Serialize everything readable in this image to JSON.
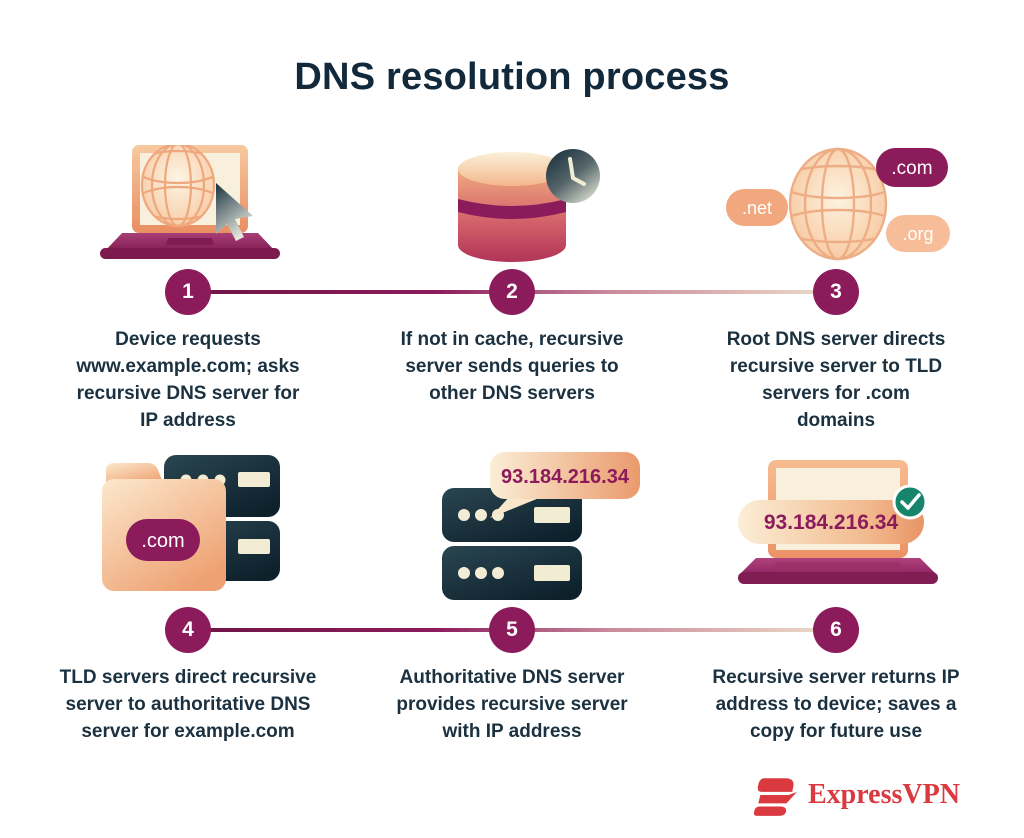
{
  "title": "DNS resolution process",
  "steps": [
    {
      "number": "1",
      "icon": "laptop-globe-cursor",
      "text": "Device requests\nwww.example.com; asks\nrecursive DNS server for\nIP address"
    },
    {
      "number": "2",
      "icon": "cache-database-clock",
      "text": "If not in cache, recursive\nserver sends queries to\nother DNS servers"
    },
    {
      "number": "3",
      "icon": "globe-tld-badges",
      "badges": {
        "com": ".com",
        "net": ".net",
        "org": ".org"
      },
      "text": "Root DNS server directs\nrecursive server to TLD\nservers for .com\ndomains"
    },
    {
      "number": "4",
      "icon": "tld-folder-server",
      "badge": ".com",
      "text": "TLD servers direct recursive\nserver to authoritative DNS\nserver for example.com"
    },
    {
      "number": "5",
      "icon": "authoritative-server-ip",
      "ip": "93.184.216.34",
      "text": "Authoritative DNS server\nprovides recursive server\nwith IP address"
    },
    {
      "number": "6",
      "icon": "device-ip-confirmed",
      "ip": "93.184.216.34",
      "text": "Recursive server returns IP\naddress to device; saves a\ncopy for future use"
    }
  ],
  "colors": {
    "magenta": "#8c1b5c",
    "navy": "#1b3140",
    "peach": "#f1a87e",
    "cream": "#f8f0dc",
    "red": "#da3940",
    "green": "#16856b"
  },
  "brand": {
    "name": "ExpressVPN"
  }
}
